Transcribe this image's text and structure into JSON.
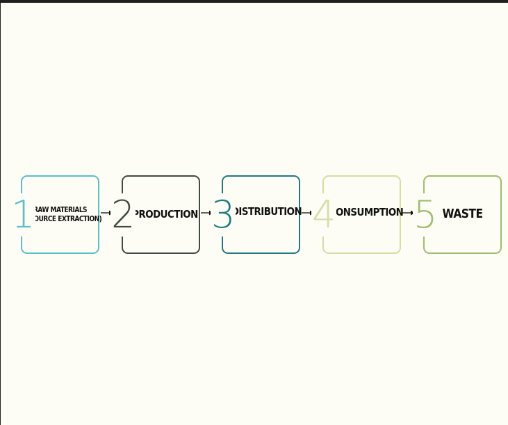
{
  "steps": [
    {
      "number": "1",
      "label_line1": "RAW MATERIALS",
      "label_line2": "(RESOURCE EXTRACTION)",
      "color": "#5bbfc6"
    },
    {
      "number": "2",
      "label_line1": "PRODUCTION",
      "label_line2": "",
      "color": "#3f4a45"
    },
    {
      "number": "3",
      "label_line1": "DISTRIBUTION",
      "label_line2": "",
      "color": "#1f7b7f"
    },
    {
      "number": "4",
      "label_line1": "CONSUMPTION",
      "label_line2": "",
      "color": "#d3dea4"
    },
    {
      "number": "5",
      "label_line1": "WASTE",
      "label_line2": "",
      "color": "#9dbd6e"
    }
  ],
  "arrow_color": "#111111",
  "background_color": "#fdfdf5"
}
